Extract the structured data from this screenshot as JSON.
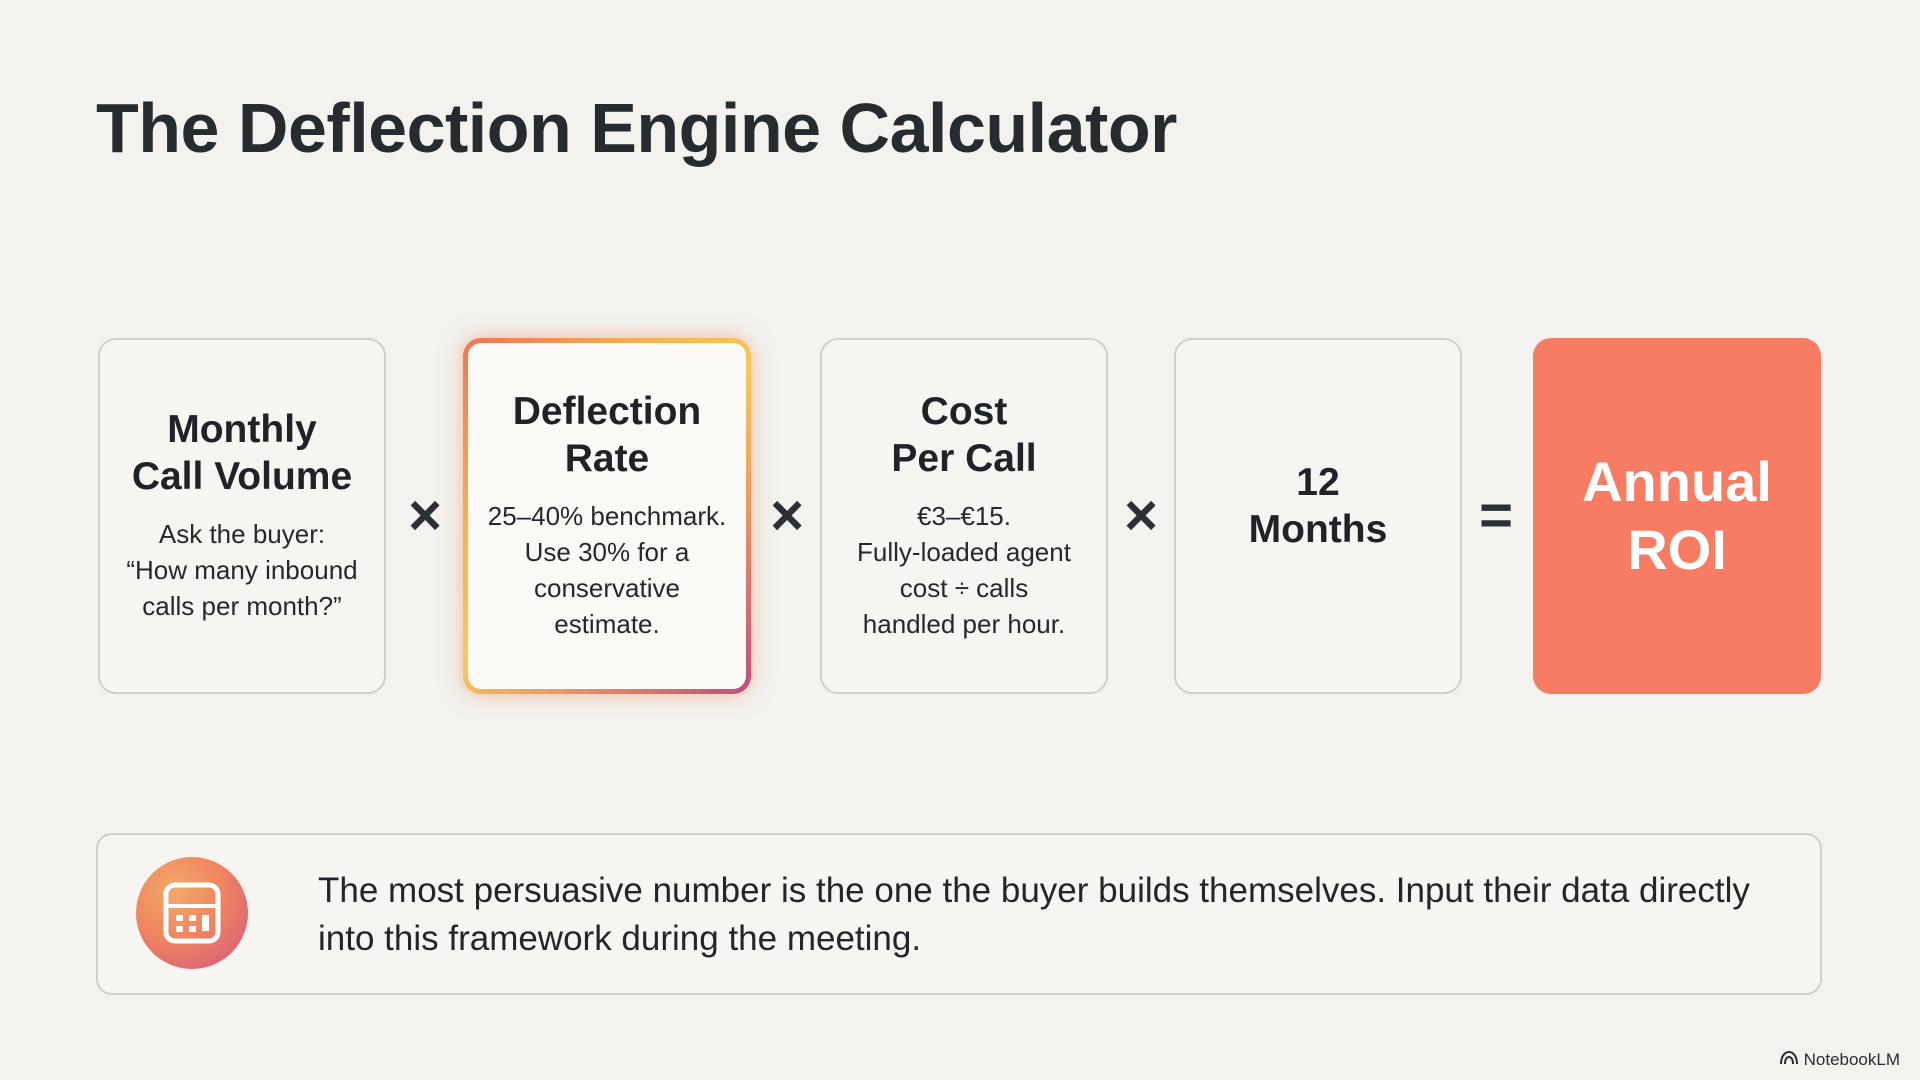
{
  "title": "The Deflection Engine Calculator",
  "cards": [
    {
      "title": "Monthly\nCall Volume",
      "desc": "Ask the buyer:\n“How many inbound\ncalls per month?”"
    },
    {
      "title": "Deflection\nRate",
      "desc": "25–40% benchmark.\nUse 30% for a\nconservative\nestimate."
    },
    {
      "title": "Cost\nPer Call",
      "desc": "€3–€15.\nFully-loaded agent\ncost ÷ calls\nhandled per hour."
    },
    {
      "title": "12\nMonths"
    },
    {
      "title": "Annual\nROI"
    }
  ],
  "operators": [
    "×",
    "×",
    "×",
    "="
  ],
  "colors": {
    "background": "#f3f2ef",
    "result_fill": "#f67d63",
    "highlight_border": "gradient #f07457 → #f3c95a → #c04a7e"
  },
  "callout": {
    "icon": "calculator-icon",
    "text": "The most persuasive number is the one the buyer builds themselves. Input their data directly into this framework during the meeting."
  },
  "brand": {
    "icon": "notebooklm-logo-icon",
    "name": "NotebookLM"
  }
}
